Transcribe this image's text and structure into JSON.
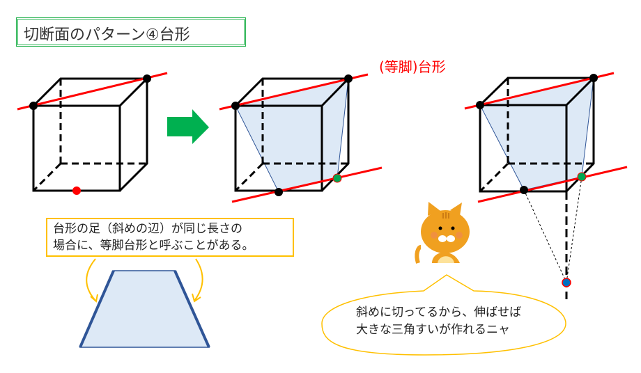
{
  "title": "切断面のパターン④台形",
  "result_label": "(等脚)台形",
  "note": {
    "line1": "台形の足（斜めの辺）が同じ長さの",
    "line2": "場合に、等脚台形と呼ぶことがある。"
  },
  "speech": {
    "line1": "斜めに切ってるから、伸ばせば",
    "line2": "大きな三角すいが作れるニャ"
  },
  "colors": {
    "cut_line": "#ff0000",
    "section_fill": "#dde9f6",
    "section_edge": "#2f5597",
    "arrow": "#00b050",
    "callout": "#ffc000",
    "title_border": "#22b14c",
    "point_green": "#00a651",
    "point_blue": "#0070c0"
  }
}
